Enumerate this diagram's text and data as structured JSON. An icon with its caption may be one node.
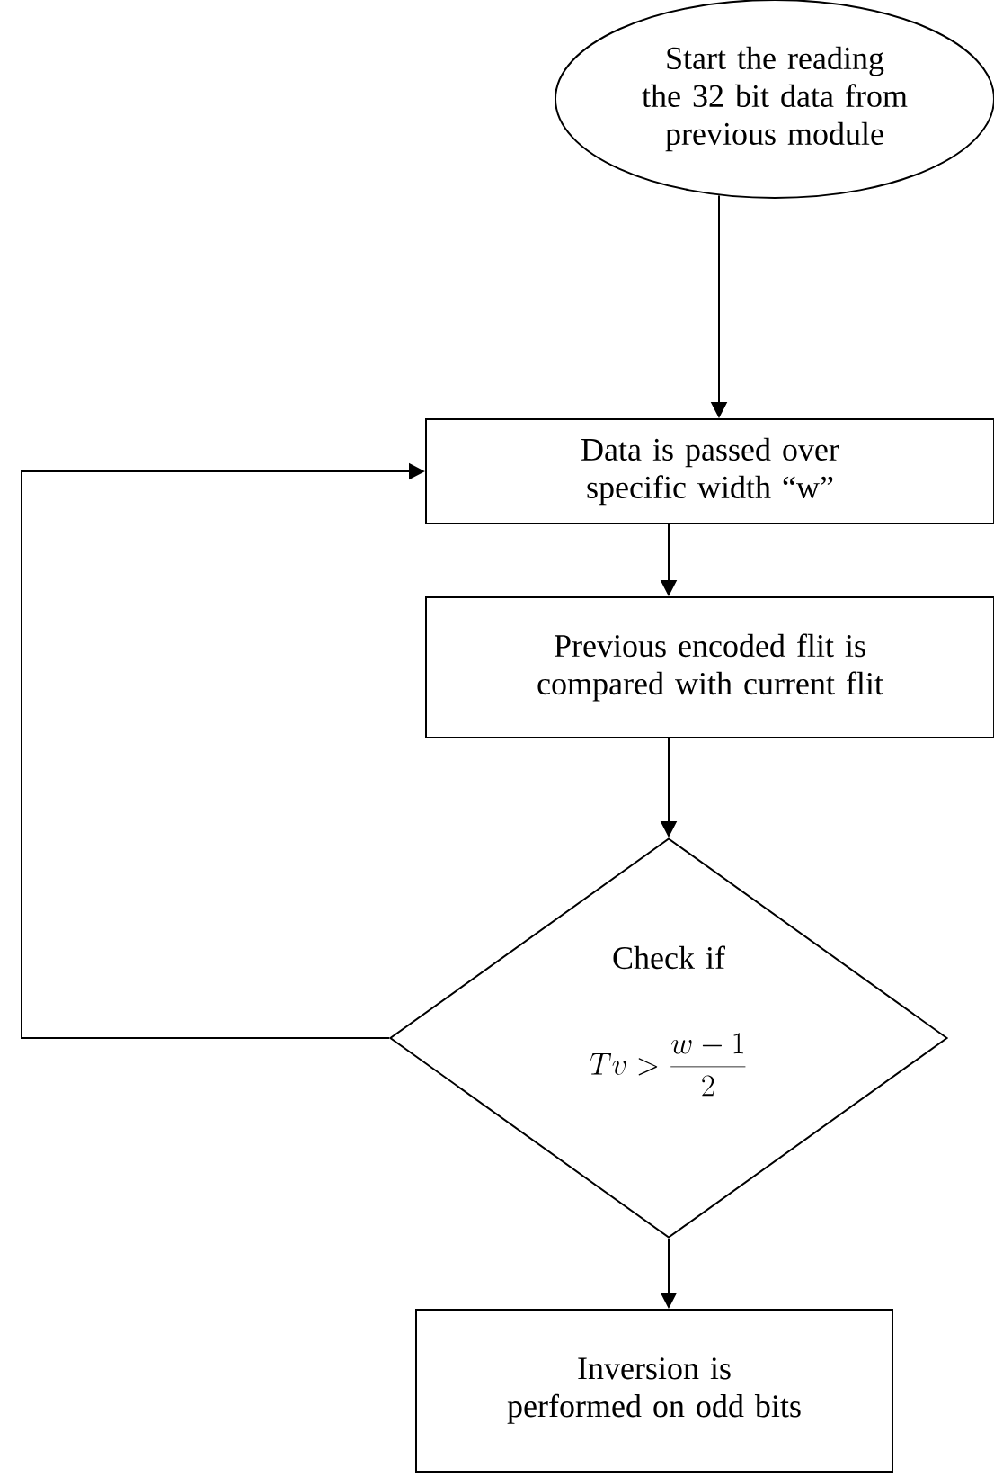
{
  "diagram": {
    "nodes": [
      {
        "text": [
          "Start the reading the 32 bit data from previous module"
        ]
      },
      {
        "text": [
          "Data is passed over specific width “w”"
        ]
      },
      {
        "text": [
          "Previous encoded flit is compared with current flit"
        ]
      },
      {
        "text": [
          "Check if",
          "$Tv > \\frac{w-1}{2}$"
        ]
      },
      {
        "text": [
          "Inversion is performed on odd bits"
        ]
      }
    ],
    "edges": [
      {
        "from": 0,
        "to": 1,
        "arrow": "to"
      },
      {
        "from": 1,
        "to": 2,
        "arrow": "to"
      },
      {
        "from": 2,
        "to": 3,
        "arrow": "to"
      },
      {
        "from": 3,
        "to": 4,
        "arrow": "to"
      },
      {
        "from": 3,
        "to": 1,
        "arrow": "to"
      }
    ]
  }
}
